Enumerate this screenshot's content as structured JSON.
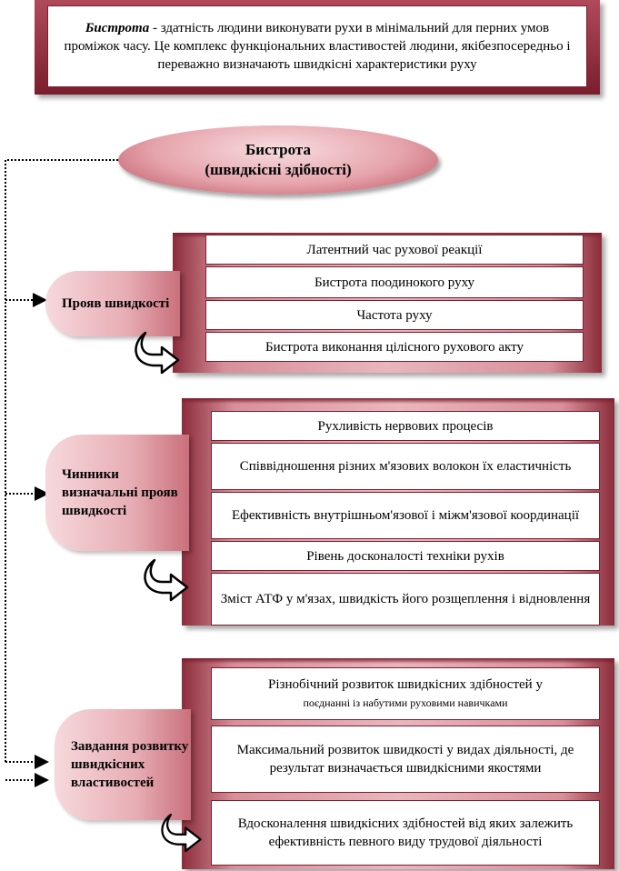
{
  "definition": {
    "term": "Бистрота",
    "text": " - здатність людини виконувати рухи в мінімальний для перних умов проміжок часу. Це комплекс функціональних властивостей людини, якібезпосередньо і переважно визначають швидкісні характеристики руху"
  },
  "center": {
    "line1": "Бистрота",
    "line2": "(швидкісні  здібності)"
  },
  "groups": [
    {
      "label": "Прояв швидкості",
      "items": [
        "Латентний час рухової реакції",
        "Бистрота поодинокого руху",
        "Частота руху",
        "Бистрота виконання цілісного рухового акту"
      ]
    },
    {
      "label": "Чинники визначальні прояв швидкості",
      "items": [
        "Рухливість нервових процесів",
        "Співвідношення різних м'язових волокон їх еластичність",
        "Ефективність внутрішньом'язової і міжм'язової координації",
        "Рівень досконалості техніки рухів",
        "Зміст АТФ у м'язах, швидкість його розщеплення і відновлення"
      ]
    },
    {
      "label": "Завдання розвитку швидкісних властивостей",
      "items": [
        {
          "main": "Різнобічний розвиток швидкісних здібностей у",
          "small": "поєднанні із набутими руховими навичками"
        },
        "Максимальний розвиток швидкості у видах діяльності, де результат визначається швидкісними якостями",
        "Вдосконалення швидкісних здібностей від яких залежить ефективність певного виду трудової діяльності"
      ]
    }
  ],
  "colors": {
    "frame_dark": "#7a1e2e",
    "pill_light": "#f6d9dc"
  },
  "icons": [
    "curved-arrow-icon"
  ]
}
